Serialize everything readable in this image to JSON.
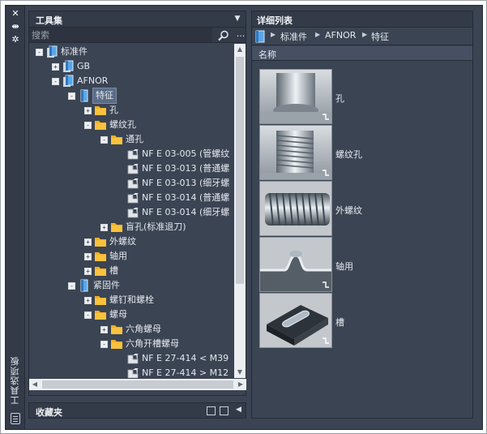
{
  "strip": {
    "vertical_title": "工具选项板"
  },
  "left_panel": {
    "title": "工具集",
    "search_placeholder": "搜索",
    "more": "...",
    "tree": [
      {
        "label": "标准件",
        "level": 0,
        "expander": "-",
        "icon": "standard-parts-icon"
      },
      {
        "label": "GB",
        "level": 1,
        "expander": "+",
        "icon": "standard-parts-icon"
      },
      {
        "label": "AFNOR",
        "level": 1,
        "expander": "-",
        "icon": "standard-parts-icon"
      },
      {
        "label": "特征",
        "level": 2,
        "expander": "-",
        "icon": "feature-icon",
        "selected": true
      },
      {
        "label": "孔",
        "level": 3,
        "expander": "+",
        "icon": "folder-icon"
      },
      {
        "label": "螺纹孔",
        "level": 3,
        "expander": "-",
        "icon": "folder-icon"
      },
      {
        "label": "通孔",
        "level": 4,
        "expander": "-",
        "icon": "folder-icon"
      },
      {
        "label": "NF E 03-005 (管螺纹",
        "level": 5,
        "expander": "",
        "icon": "part-family-icon"
      },
      {
        "label": "NF E 03-013 (普通螺",
        "level": 5,
        "expander": "",
        "icon": "part-family-icon"
      },
      {
        "label": "NF E 03-013 (细牙螺",
        "level": 5,
        "expander": "",
        "icon": "part-family-icon"
      },
      {
        "label": "NF E 03-014 (普通螺",
        "level": 5,
        "expander": "",
        "icon": "part-family-icon"
      },
      {
        "label": "NF E 03-014 (细牙螺",
        "level": 5,
        "expander": "",
        "icon": "part-family-icon"
      },
      {
        "label": "盲孔(标准退刀)",
        "level": 4,
        "expander": "+",
        "icon": "folder-icon"
      },
      {
        "label": "外螺纹",
        "level": 3,
        "expander": "+",
        "icon": "folder-icon"
      },
      {
        "label": "轴用",
        "level": 3,
        "expander": "+",
        "icon": "folder-icon"
      },
      {
        "label": "槽",
        "level": 3,
        "expander": "+",
        "icon": "folder-icon"
      },
      {
        "label": "紧固件",
        "level": 2,
        "expander": "-",
        "icon": "fastener-icon"
      },
      {
        "label": "螺钉和螺栓",
        "level": 3,
        "expander": "+",
        "icon": "folder-icon"
      },
      {
        "label": "螺母",
        "level": 3,
        "expander": "-",
        "icon": "folder-icon"
      },
      {
        "label": "六角螺母",
        "level": 4,
        "expander": "+",
        "icon": "folder-icon"
      },
      {
        "label": "六角开槽螺母",
        "level": 4,
        "expander": "-",
        "icon": "folder-icon"
      },
      {
        "label": "NF E 27-414 < M39",
        "level": 5,
        "expander": "",
        "icon": "part-family-icon"
      },
      {
        "label": "NF E 27-414 > M12",
        "level": 5,
        "expander": "",
        "icon": "part-family-icon"
      }
    ]
  },
  "favorites": {
    "title": "收藏夹"
  },
  "right_panel": {
    "title": "详细列表",
    "breadcrumb": [
      "标准件",
      "AFNOR",
      "特征"
    ],
    "column_header": "名称",
    "items": [
      {
        "label": "孔",
        "thumb": "hole"
      },
      {
        "label": "螺纹孔",
        "thumb": "tapped-hole"
      },
      {
        "label": "外螺纹",
        "thumb": "external-thread"
      },
      {
        "label": "轴用",
        "thumb": "shaft-groove"
      },
      {
        "label": "槽",
        "thumb": "slot"
      }
    ]
  },
  "colors": {
    "panel_bg": "#3b4453",
    "header_bg": "#333b49",
    "folder": "#f5b024",
    "selection": "#5a6c86"
  }
}
